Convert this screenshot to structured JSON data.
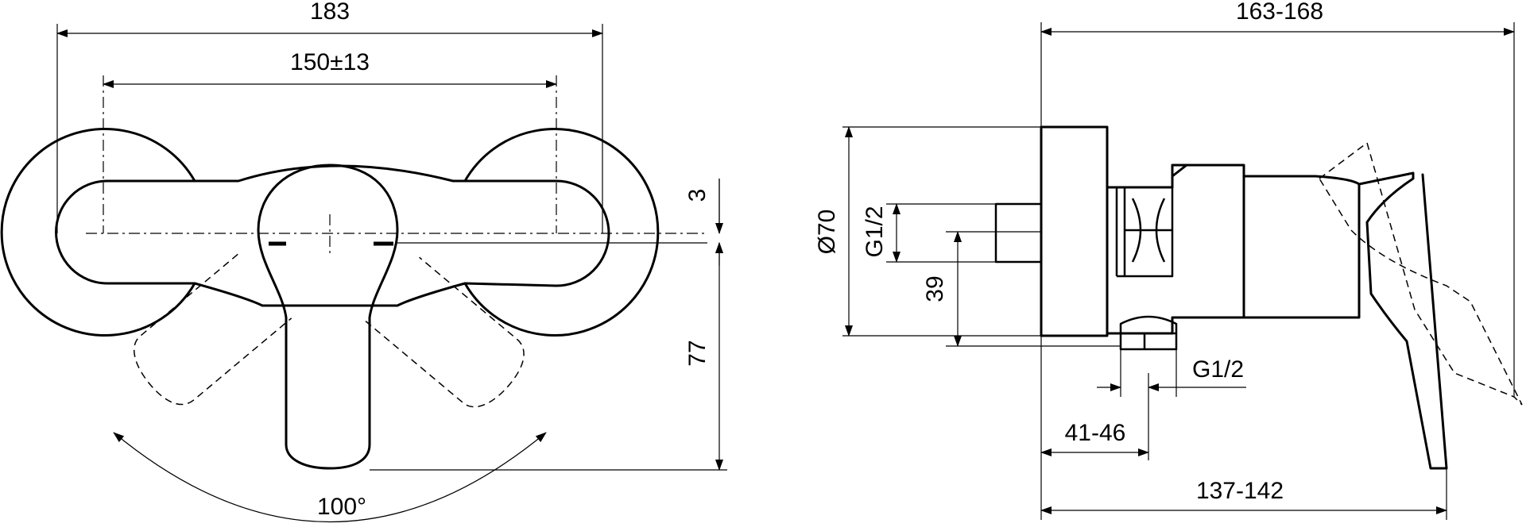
{
  "dimensions": {
    "overall_width": "183",
    "hole_spacing": "150±13",
    "offset": "3",
    "lever_height": "77",
    "rotation_angle": "100°",
    "overall_depth": "163-168",
    "diameter": "Ø70",
    "inlet_thread": "G1/2",
    "inlet_height": "39",
    "outlet_thread": "G1/2",
    "outlet_offset": "41-46",
    "body_depth": "137-142"
  }
}
